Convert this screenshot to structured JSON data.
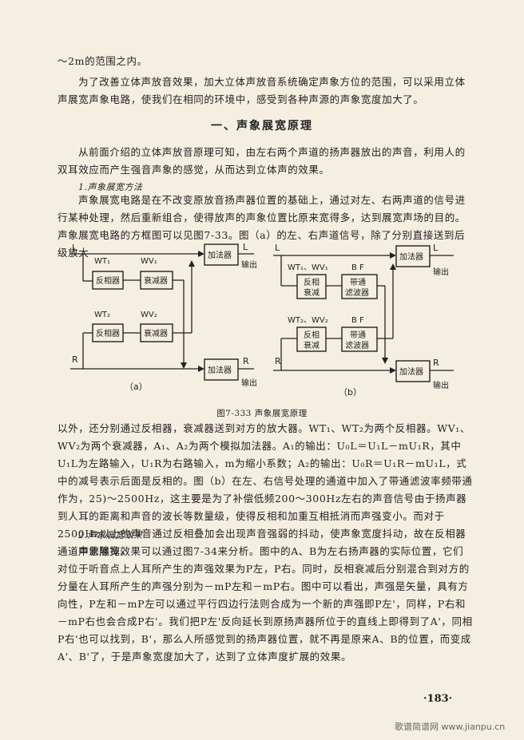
{
  "paragraphs": {
    "p1": "～2m的范围之内。",
    "p2": "为了改善立体声放音效果，加大立体声放音系统确定声象方位的范围，可以采用立体声展宽声象电路，使我们在相同的环境中，感受到各种声源的声象宽度加大了。",
    "heading": "一、声象展宽原理",
    "p3": "从前面介绍的立体声放音原理可知，由左右两个声道的扬声器放出的声音，利用人的双耳效应而产生强音声象的感觉，从而达到立体声的效果。",
    "sub1": "1.声象展宽方法",
    "p4": "声象展宽电路是在不改变原放音扬声器位置的基础上，通过对左、右两声道的信号进行某种处理，然后重新组合，使得放声的声象位置比原来宽得多，达到展宽声场的目的。声象展宽电路的方框图可以见图7-33。图（a）的左、右声道信号，除了分别直接送到后级放大",
    "caption": "图7-333 声象展宽原理",
    "p5": "以外，还分别通过反相器，衰减器送到对方的放大器。WT₁、WT₂为两个反相器。WV₁、WV₂为两个衰减器，A₁、A₂为两个模拟加法器。A₁的输出：U₀L＝U₁L－mU₁R，其中U₁L为左路输入，U₁R为右路输入，m为缩小系数；A₂的输出：U₀R＝U₁R－mU₁L，式中的减号表示后面是反相的。图（b）在左、右信号处理的通道中加入了带通滤波率频带通作为，25)～2500Hz，这主要是为了补偿低频200～300Hz左右的声音信号由于扬声器到人耳的距离和声音的波长等数量级，使得反相和加重互相抵消而声强变小。而对于2500Hz以上的声音通过反相叠加会出现声音强弱的抖动，使声象宽度抖动，故在反相器通道中滤除掉。",
    "sub2": "2.声象展宽效果",
    "p6": "声象展宽效果可以通过图7-34来分析。图中的A、B为左右扬声器的实际位置，它们对位于听音点上人耳所产生的声强效果为P左，P右。同时，反相衰减后分别混合到对方的分量在人耳所产生的声强分别为－mP左和－mP右。图中可以看出，声强是矢量，具有方向性，P左和－mP左可以通过平行四边行法则合成为一个新的声强即P左'，同样，P右和－mP右也会合成P右'。我们把P左'反向延长到原扬声器所位于的直线上即得到了A'，同相P右'也可以找到，B'，那么人所感觉到的扬声器位置，就不再是原来A、B的位置，而变成A'、B'了，于是声象宽度加大了，达到了立体声度扩展的效果。",
    "pagenum": "·183·",
    "watermark": "歌谱简谱网 www.jianpu.cn"
  },
  "diagram_a": {
    "label_L": "L",
    "label_R": "R",
    "out_L": "L",
    "out_R": "R",
    "wt1": "WT₁",
    "wv1": "WV₁",
    "wt2": "WT₂",
    "wv2": "WV₂",
    "inverter1": "反相器",
    "atten1": "衰减器",
    "inverter2": "反相器",
    "atten2": "衰减器",
    "adder_top": "加法器",
    "adder_bot": "加法器",
    "output_top": "输出",
    "output_bot": "输出",
    "sub_label": "（a）"
  },
  "diagram_b": {
    "label_L": "L",
    "label_R": "R",
    "out_L": "L",
    "out_R": "R",
    "wtwv1": "WT₁、WV₁",
    "bf1": "B F",
    "wtwv2": "WT₂、WV₂",
    "bf2": "B F",
    "inv_att1_a": "反相",
    "inv_att1_b": "衰减",
    "bp1_a": "带通",
    "bp1_b": "滤波器",
    "inv_att2_a": "反相",
    "inv_att2_b": "衰减",
    "bp2_a": "带通",
    "bp2_b": "滤波器",
    "adder_top": "加法器",
    "adder_bot": "加法器",
    "output_top": "输出",
    "output_bot": "输出",
    "sub_label": "（b）"
  }
}
